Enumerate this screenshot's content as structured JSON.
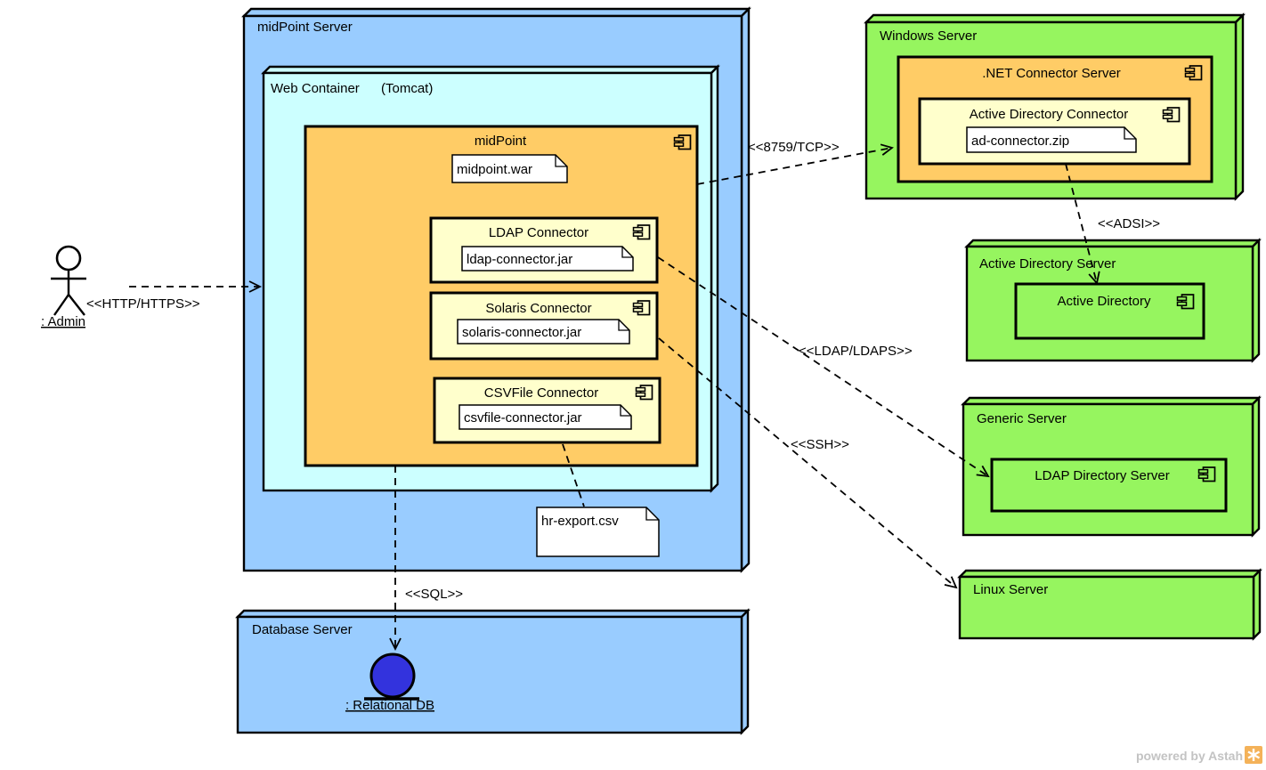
{
  "colors": {
    "node_blue": "#99CCFF",
    "container_cyan": "#CCFFFF",
    "component_orange": "#FFCC66",
    "component_yellow": "#FFFFCC",
    "server_green": "#96F55F",
    "db_instance_blue": "#3333DD",
    "line_black": "#000000",
    "watermark_gray": "#C3C3C3",
    "astah_logo_orange": "#F2A43C"
  },
  "nodes": {
    "midpoint_server": {
      "label": "midPoint Server"
    },
    "web_container": {
      "label": "Web Container",
      "sublabel": "(Tomcat)"
    },
    "midpoint": {
      "label": "midPoint",
      "artifact": "midpoint.war"
    },
    "ldap_connector": {
      "label": "LDAP Connector",
      "artifact": "ldap-connector.jar"
    },
    "solaris_connector": {
      "label": "Solaris Connector",
      "artifact": "solaris-connector.jar"
    },
    "csvfile_connector": {
      "label": "CSVFile Connector",
      "artifact": "csvfile-connector.jar"
    },
    "hr_export_file": {
      "label": "hr-export.csv"
    },
    "database_server": {
      "label": "Database Server",
      "instance": ": Relational DB"
    },
    "windows_server": {
      "label": "Windows Server"
    },
    "dotnet_connector_server": {
      "label": ".NET Connector Server"
    },
    "ad_connector": {
      "label": "Active Directory Connector",
      "artifact": "ad-connector.zip"
    },
    "ad_server": {
      "label": "Active Directory Server"
    },
    "active_directory": {
      "label": "Active Directory"
    },
    "generic_server": {
      "label": "Generic Server"
    },
    "ldap_directory_server": {
      "label": "LDAP Directory Server"
    },
    "linux_server": {
      "label": "Linux Server"
    }
  },
  "actor": {
    "label": ": Admin"
  },
  "edges": {
    "http": {
      "label": "<<HTTP/HTTPS>>"
    },
    "tcp8759": {
      "label": "<<8759/TCP>>"
    },
    "adsi": {
      "label": "<<ADSI>>"
    },
    "ldap_ldaps": {
      "label": "<<LDAP/LDAPS>>"
    },
    "ssh": {
      "label": "<<SSH>>"
    },
    "sql": {
      "label": "<<SQL>>"
    }
  },
  "watermark": {
    "text": "powered by Astah"
  },
  "icons": {
    "component": "uml-component-icon",
    "actor": "stick-figure-icon",
    "db_instance": "database-instance-icon",
    "astah_logo": "astah-logo-icon"
  }
}
